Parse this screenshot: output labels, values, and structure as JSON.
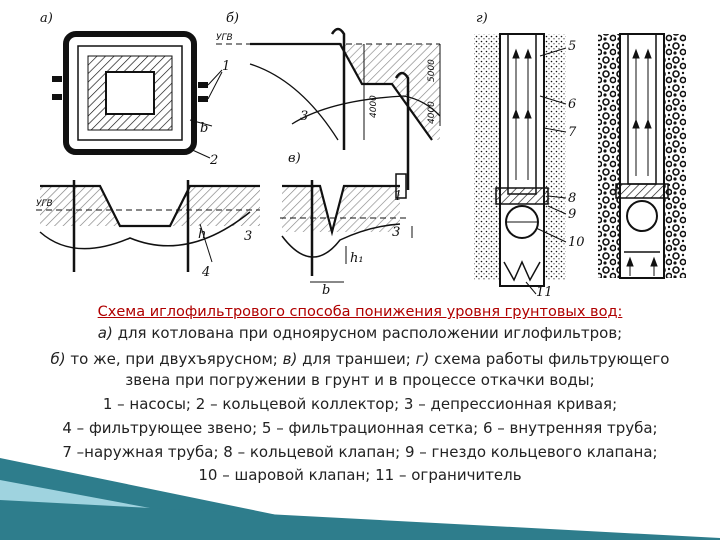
{
  "figure": {
    "panel_labels": [
      "а)",
      "б)",
      "в)",
      "г)"
    ],
    "water_level_label": "УГВ",
    "dimensions": [
      "5000",
      "4000",
      "4000"
    ],
    "dimension_letters": [
      "b",
      "h",
      "h₁"
    ],
    "callouts": [
      "1",
      "2",
      "3",
      "4",
      "5",
      "6",
      "7",
      "8",
      "9",
      "10",
      "11"
    ]
  },
  "caption": {
    "title": "Схема иглофильтрового способа понижения уровня грунтовых вод:",
    "line_a_prefix": "а)",
    "line_a_text": "для котлована при одноярусном расположении иглофильтров;",
    "line_b_prefix_b": "б)",
    "line_b_text_1": "то же, при двухъярусном;",
    "line_b_prefix_c": "в)",
    "line_b_text_2": "для траншеи;",
    "line_b_prefix_d": "г)",
    "line_b_text_3": "схема работы фильтрующего",
    "line_c": "звена при погружении в грунт и в процессе откачки воды;",
    "line_d": "1 – насосы; 2 – кольцевой коллектор; 3 – депрессионная кривая;",
    "line_e": "4 – фильтрующее звено; 5 – фильтрационная сетка; 6 – внутренняя труба;",
    "line_f": "7 –наружная труба; 8 – кольцевой клапан; 9 – гнездо кольцевого клапана;",
    "line_g": "10 – шаровой клапан; 11 – ограничитель"
  },
  "colors": {
    "title": "#b00000",
    "ribbon_dark": "#2e7d8c",
    "ribbon_light": "#9fd3df"
  }
}
